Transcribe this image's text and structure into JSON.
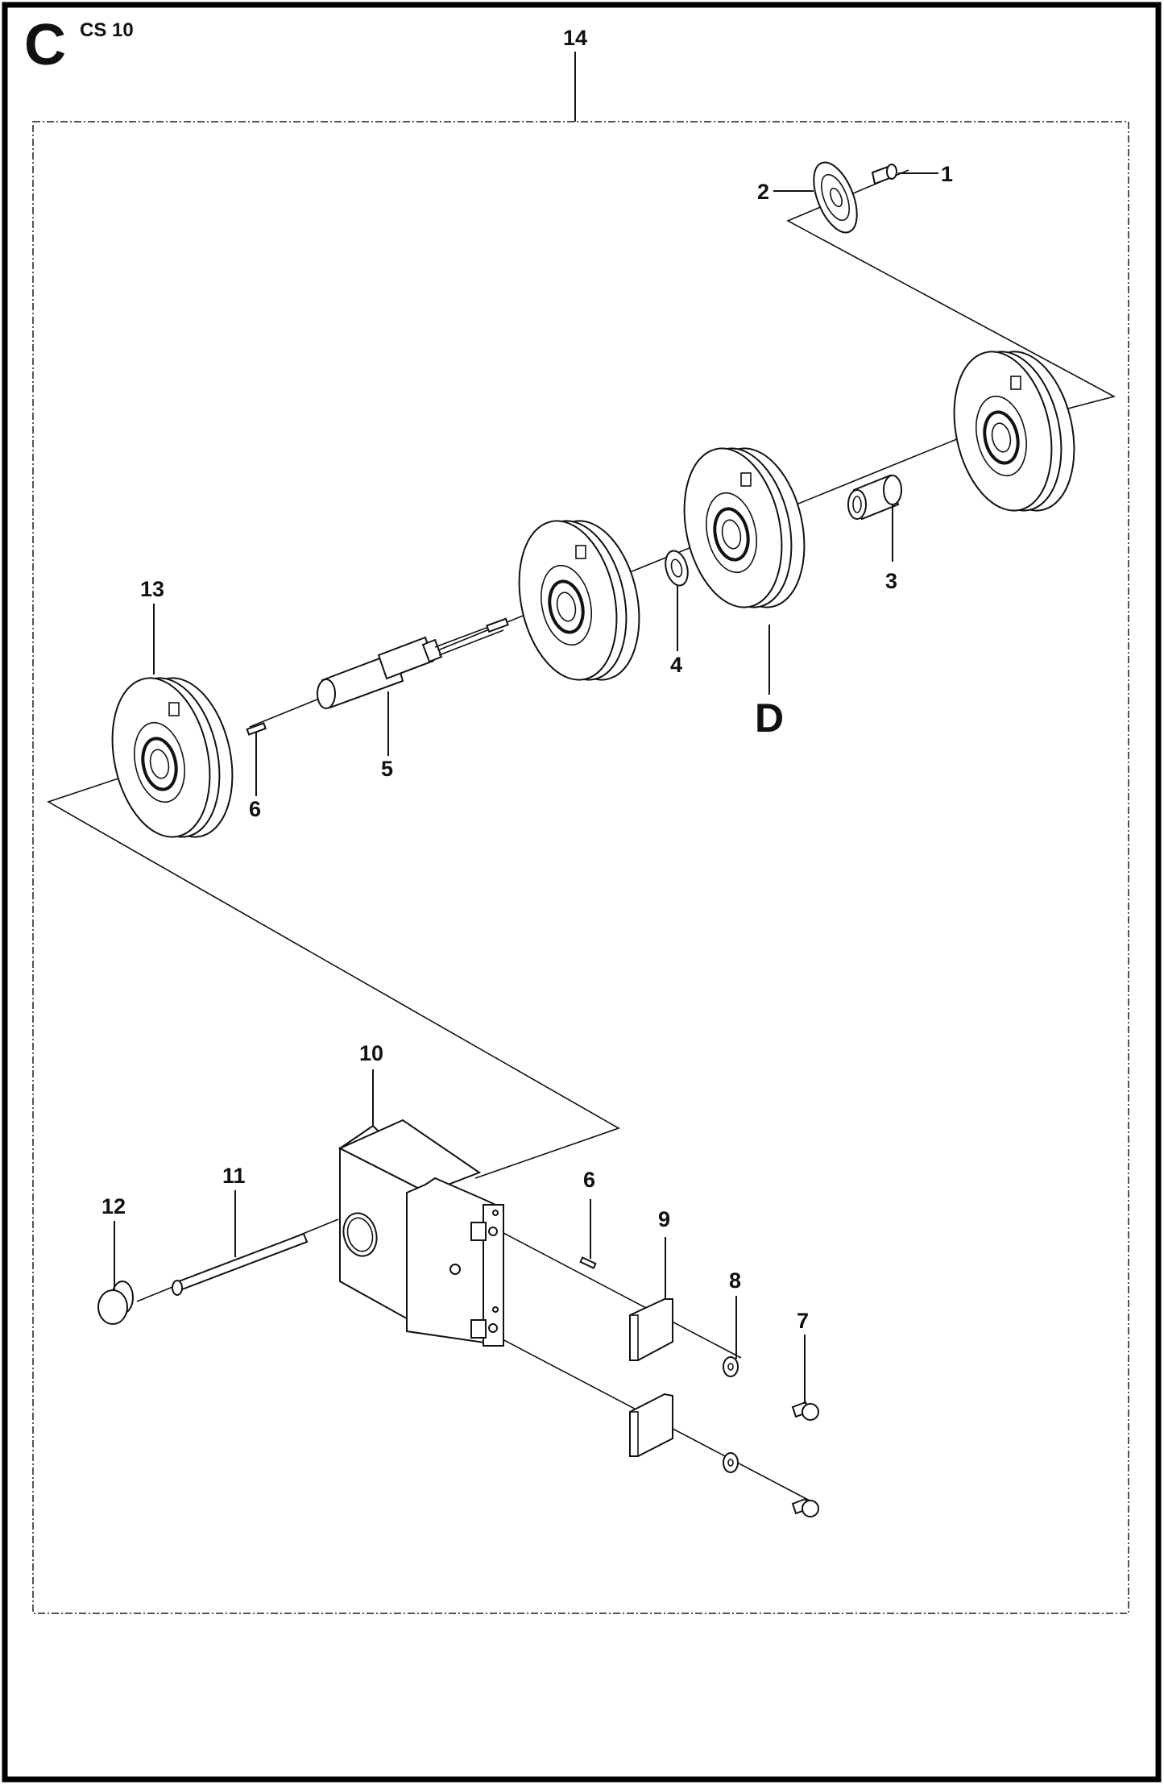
{
  "header": {
    "section_letter": "C",
    "model": "CS 10"
  },
  "diagram": {
    "assembly_callout": "14",
    "reference_letter": "D",
    "callouts": {
      "p1": "1",
      "p2": "2",
      "p3": "3",
      "p4": "4",
      "p5": "5",
      "p6_top": "6",
      "p6_bottom": "6",
      "p7": "7",
      "p8": "8",
      "p9": "9",
      "p10": "10",
      "p11": "11",
      "p12": "12",
      "p13": "13"
    },
    "colors": {
      "ink": "#111111",
      "paper": "#ffffff",
      "dashed_box": "#555555"
    }
  }
}
